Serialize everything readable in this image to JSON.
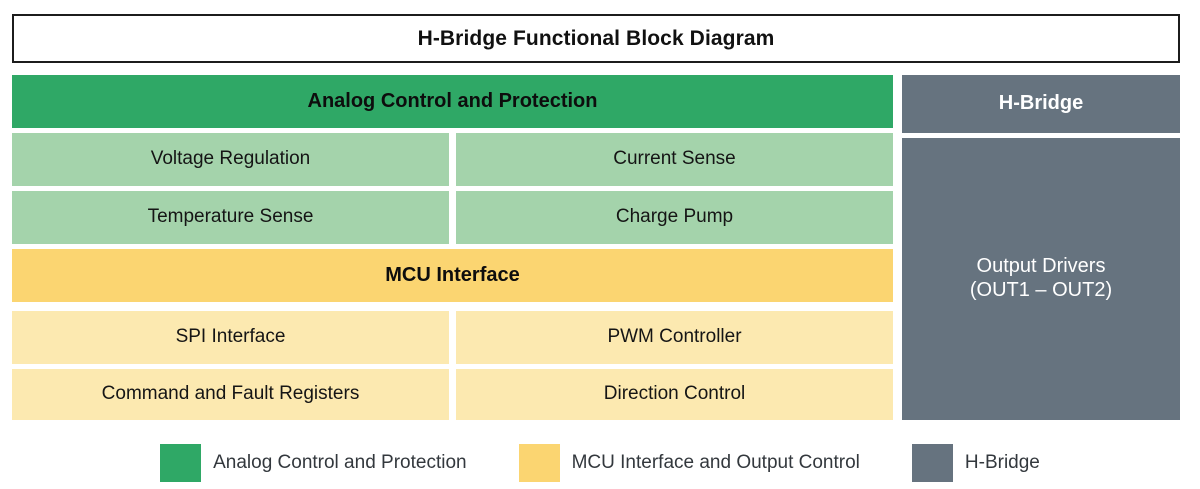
{
  "title": "H-Bridge Functional Block Diagram",
  "colors": {
    "analog_header": "#2fa866",
    "analog_cell": "#a4d3ab",
    "mcu_header": "#fbd571",
    "mcu_cell": "#fce9b0",
    "hbridge": "#66737f",
    "title_border": "#1c1c1c",
    "background": "#ffffff"
  },
  "analog_section": {
    "header": "Analog Control and Protection",
    "cells": [
      "Voltage Regulation",
      "Current Sense",
      "Temperature Sense",
      "Charge Pump"
    ]
  },
  "mcu_section": {
    "header": "MCU Interface",
    "cells": [
      "SPI Interface",
      "PWM Controller",
      "Command and Fault Registers",
      "Direction Control"
    ]
  },
  "hbridge_section": {
    "header": "H-Bridge",
    "body_line1": "Output Drivers",
    "body_line2": "(OUT1 – OUT2)"
  },
  "legend": {
    "items": [
      {
        "label": "Analog Control and Protection",
        "color": "#2fa866",
        "swatch_name": "legend-swatch-analog"
      },
      {
        "label": "MCU Interface and Output Control",
        "color": "#fbd571",
        "swatch_name": "legend-swatch-mcu"
      },
      {
        "label": "H-Bridge",
        "color": "#66737f",
        "swatch_name": "legend-swatch-hbridge"
      }
    ]
  }
}
